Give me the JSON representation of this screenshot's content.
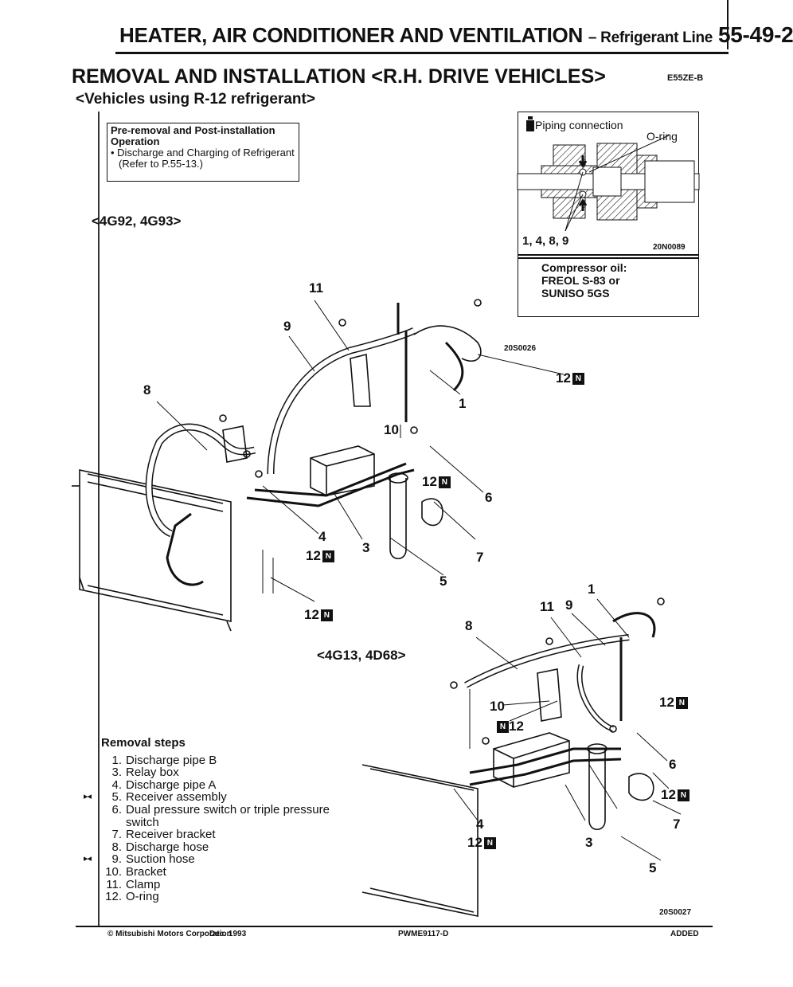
{
  "header": {
    "title": "HEATER, AIR CONDITIONER AND VENTILATION",
    "subtitle": "– Refrigerant Line",
    "page": "55-49-2"
  },
  "section": {
    "title": "REMOVAL AND INSTALLATION <R.H. DRIVE VEHICLES>",
    "code": "E55ZE-B",
    "subtitle": "<Vehicles using R-12 refrigerant>"
  },
  "pre_removal": {
    "heading_line1": "Pre-removal and Post-installation",
    "heading_line2": "Operation",
    "bullet": "•  Discharge and Charging of Refrigerant",
    "ref": "(Refer to P.55-13.)"
  },
  "inset": {
    "piping_label": "Piping connection",
    "oring_label": "O-ring",
    "parts": "1, 4, 8, 9",
    "code": "20N0089",
    "oil_line1": "Compressor oil:",
    "oil_line2": "FREOL S-83 or",
    "oil_line3": "SUNISO 5GS"
  },
  "diagram1": {
    "engine_label": "<4G92, 4G93>",
    "code": "20S0026",
    "callouts": {
      "c11": "11",
      "c9": "9",
      "c8": "8",
      "c1": "1",
      "c10": "10",
      "c6": "6",
      "c4": "4",
      "c3": "3",
      "c7": "7",
      "c5": "5",
      "c12a": "12",
      "c12b": "12",
      "c12c": "12",
      "c12d": "12"
    },
    "n_mark": "N"
  },
  "diagram2": {
    "engine_label": "<4G13, 4D68>",
    "code": "20S0027",
    "callouts": {
      "c1": "1",
      "c11": "11",
      "c9": "9",
      "c8": "8",
      "c10": "10",
      "c6": "6",
      "c7": "7",
      "c4": "4",
      "c3": "3",
      "c5": "5",
      "c12a": "12",
      "c12b": "12",
      "c12c": "12",
      "c12d": "12"
    }
  },
  "removal": {
    "heading": "Removal steps",
    "steps": [
      {
        "mark": "",
        "num": "1.",
        "text": "Discharge pipe B"
      },
      {
        "mark": "",
        "num": "3.",
        "text": "Relay box"
      },
      {
        "mark": "",
        "num": "4.",
        "text": "Discharge pipe A"
      },
      {
        "mark": "▸◂",
        "num": "5.",
        "text": "Receiver assembly"
      },
      {
        "mark": "",
        "num": "6.",
        "text": "Dual pressure switch or triple pressure"
      },
      {
        "mark": "",
        "num": "",
        "text": "switch"
      },
      {
        "mark": "",
        "num": "7.",
        "text": "Receiver bracket"
      },
      {
        "mark": "",
        "num": "8.",
        "text": "Discharge hose"
      },
      {
        "mark": "▸◂",
        "num": "9.",
        "text": "Suction hose"
      },
      {
        "mark": "",
        "num": "10.",
        "text": "Bracket"
      },
      {
        "mark": "",
        "num": "11.",
        "text": "Clamp"
      },
      {
        "mark": "",
        "num": "12.",
        "text": "O-ring"
      }
    ]
  },
  "footer": {
    "copyright": "© Mitsubishi Motors Corporation",
    "date": "Dec. 1993",
    "pub": "PWME9117-D",
    "status": "ADDED"
  }
}
